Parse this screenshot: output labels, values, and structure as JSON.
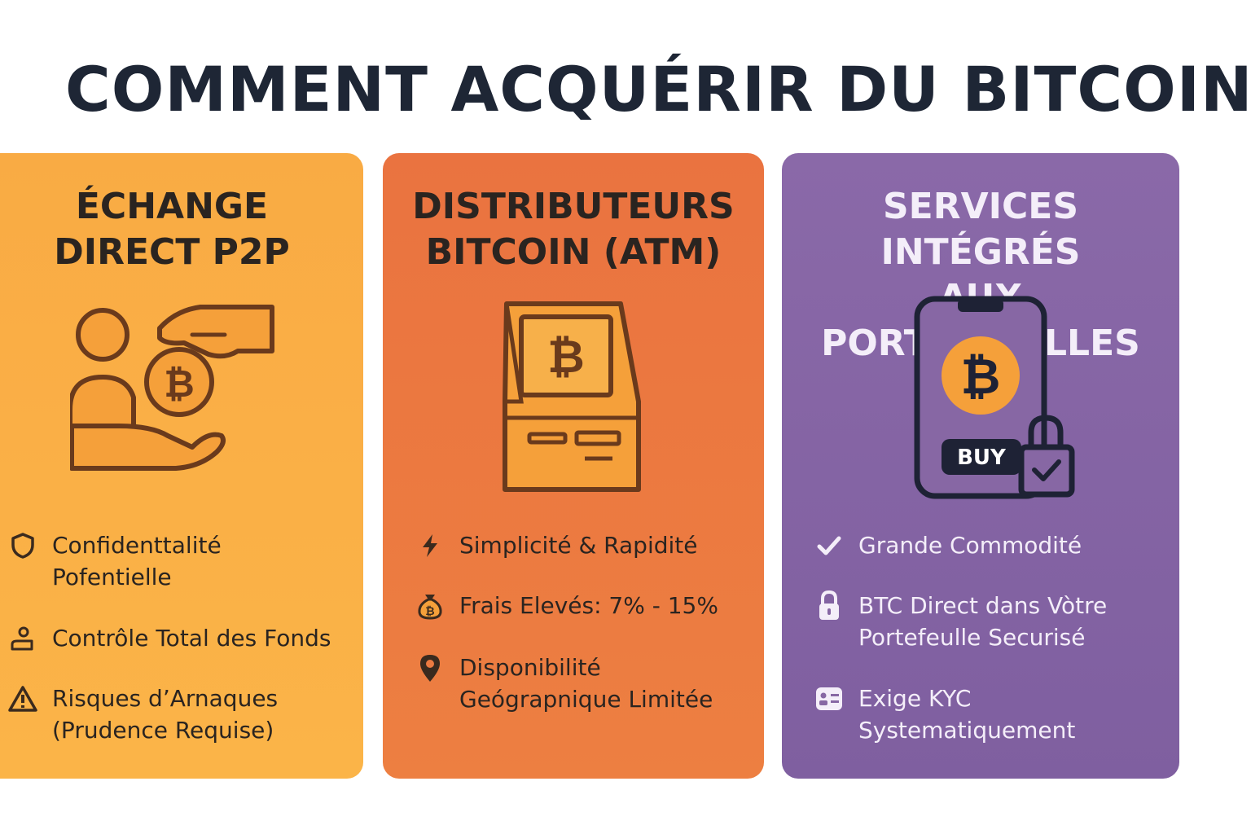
{
  "page": {
    "title": "COMMENT ACQUÉRIR DU BITCOIN"
  },
  "colors": {
    "title": "#1e2635",
    "p2p_card": "#f9ae45",
    "atm_card": "#ea7740",
    "wallet_card": "#8767a4",
    "outline": "#6a3a1c",
    "bitcoin_orange": "#f5a03a"
  },
  "cards": [
    {
      "title_lines": [
        "ÉCHANGE",
        "DIRECT P2P"
      ],
      "illustration": "hand-coin-person-icon",
      "features": [
        {
          "icon": "shield-icon",
          "lines": [
            "Confidenttalité",
            "Pofentielle"
          ]
        },
        {
          "icon": "person-funds-icon",
          "lines": [
            "Contrôle Total des Fonds"
          ]
        },
        {
          "icon": "warning-icon",
          "lines": [
            "Risques d’Arnaques",
            "(Prudence Requise)"
          ]
        }
      ]
    },
    {
      "title_lines": [
        "DISTRIBUTEURS",
        "BITCOIN (ATM)"
      ],
      "illustration": "bitcoin-atm-icon",
      "features": [
        {
          "icon": "lightning-icon",
          "lines": [
            "Simplicité & Rapidité"
          ]
        },
        {
          "icon": "money-bag-icon",
          "lines": [
            "Frais Elevés: 7% - 15%"
          ]
        },
        {
          "icon": "location-pin-icon",
          "lines": [
            "Disponibilité",
            "Geógrapnique Limitée"
          ]
        }
      ]
    },
    {
      "title_lines": [
        "SERVICES INTÉGRÉS",
        "AUX PORTEFEUILLES"
      ],
      "illustration": "phone-wallet-icon",
      "buy_label": "BUY",
      "features": [
        {
          "icon": "checkmark-icon",
          "lines": [
            "Grande Commodité"
          ]
        },
        {
          "icon": "padlock-icon",
          "lines": [
            "BTC Direct dans Vòtre",
            "Portefeulle Securisé"
          ]
        },
        {
          "icon": "id-card-icon",
          "lines": [
            "Exige KYC",
            "Systematiquement"
          ]
        }
      ]
    }
  ]
}
